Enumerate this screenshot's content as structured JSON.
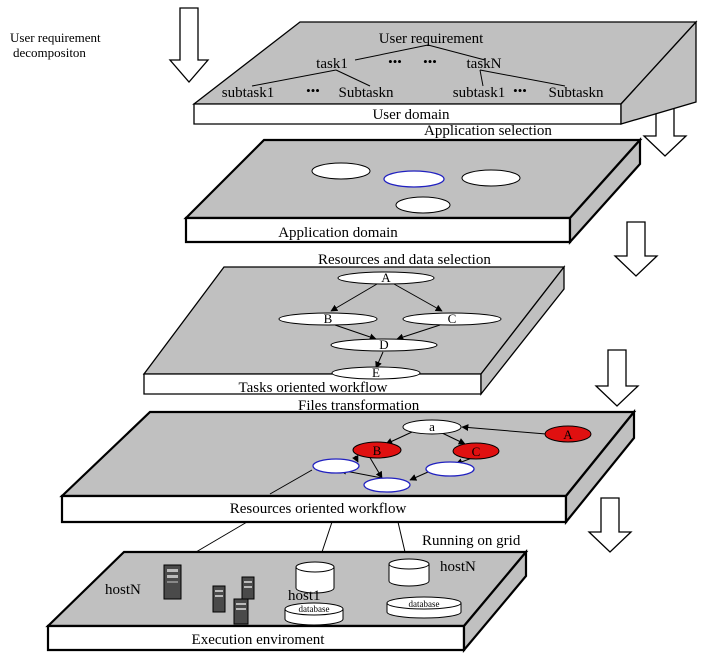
{
  "colors": {
    "plate_top": "#c0c0c0",
    "plate_side": "#ffffff",
    "node_red": "#e01010",
    "node_blue_outline": "#2020c0",
    "stroke": "#000000",
    "background": "#ffffff"
  },
  "arrows": {
    "user_requirement": "User requirement decompositon",
    "user_requirement_lines": [
      "User requirement",
      "decompositon"
    ],
    "application_selection": "Application selection",
    "resources_data_selection": "Resources and data selection",
    "files_transformation": "Files transformation",
    "running_on_grid": "Running on grid"
  },
  "layers": {
    "user_domain": {
      "title": "User domain",
      "root": "User requirement",
      "tasks": [
        "task1",
        "taskN"
      ],
      "ellipsis": "•••",
      "subtasks_left": [
        "subtask1",
        "Subtaskn"
      ],
      "subtasks_right": [
        "subtask1",
        "Subtaskn"
      ]
    },
    "application_domain": {
      "title": "Application domain"
    },
    "tasks_workflow": {
      "title": "Tasks oriented workflow",
      "nodes": [
        "A",
        "B",
        "C",
        "D",
        "E"
      ]
    },
    "resources_workflow": {
      "title": "Resources oriented workflow",
      "nodes": [
        "a",
        "B",
        "C",
        "A"
      ]
    },
    "execution": {
      "title": "Execution enviroment",
      "hosts": [
        "hostN",
        "host1",
        "hostN"
      ],
      "database_label": "database"
    }
  }
}
